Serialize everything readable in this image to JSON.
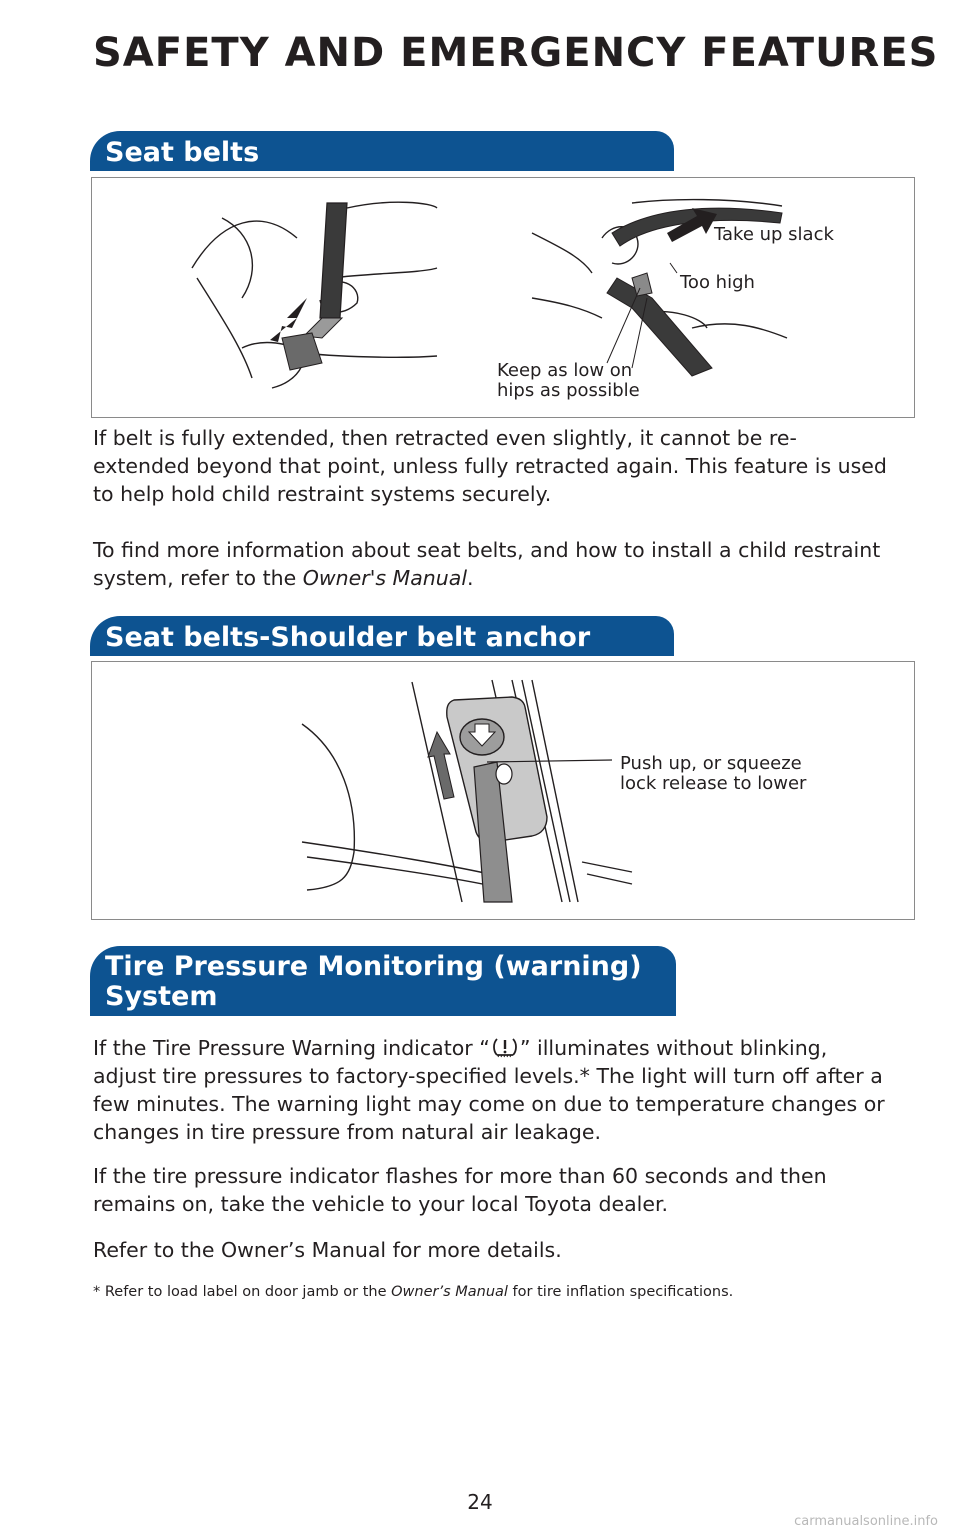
{
  "page": {
    "title": "SAFETY AND EMERGENCY FEATURES",
    "page_number": "24",
    "watermark": "carmanualsonline.info"
  },
  "sections": {
    "seat_belts": {
      "heading": "Seat belts",
      "callouts": {
        "take_up_slack": "Take up slack",
        "too_high": "Too high",
        "keep_low_1": "Keep as low on",
        "keep_low_2": "hips as possible"
      },
      "para1": "If belt is fully extended, then retracted even slightly, it cannot be re-extended beyond that point, unless fully retracted again. This feature is used to help hold child restraint systems securely.",
      "para2_before": "To find more information about seat belts, and how to install a child restraint system, refer to the ",
      "para2_italic": "Owner's Manual",
      "para2_after": "."
    },
    "shoulder_anchor": {
      "heading": "Seat belts-Shoulder belt anchor",
      "callout_line1": "Push up, or squeeze",
      "callout_line2": "lock release to lower"
    },
    "tpms": {
      "heading_line1": "Tire Pressure Monitoring (warning)",
      "heading_line2": "System",
      "p1_before": "If the Tire Pressure Warning indicator “",
      "p1_after": "” illuminates without blinking, adjust tire pressures to factory-specified levels.* The light will turn off after a few minutes. The warning light may come on due to temperature changes or changes in tire pressure from natural air leakage.",
      "p2": "If the tire pressure indicator flashes for more than 60 seconds and then remains on, take the vehicle to your local Toyota dealer.",
      "p3": "Refer to the Owner’s Manual for more details.",
      "footnote_before": "* Refer to load label on door jamb or the ",
      "footnote_italic": "Owner’s Manual",
      "footnote_after": " for tire inflation specifications.",
      "indicator_icon": "tire-pressure-warning-icon"
    }
  }
}
